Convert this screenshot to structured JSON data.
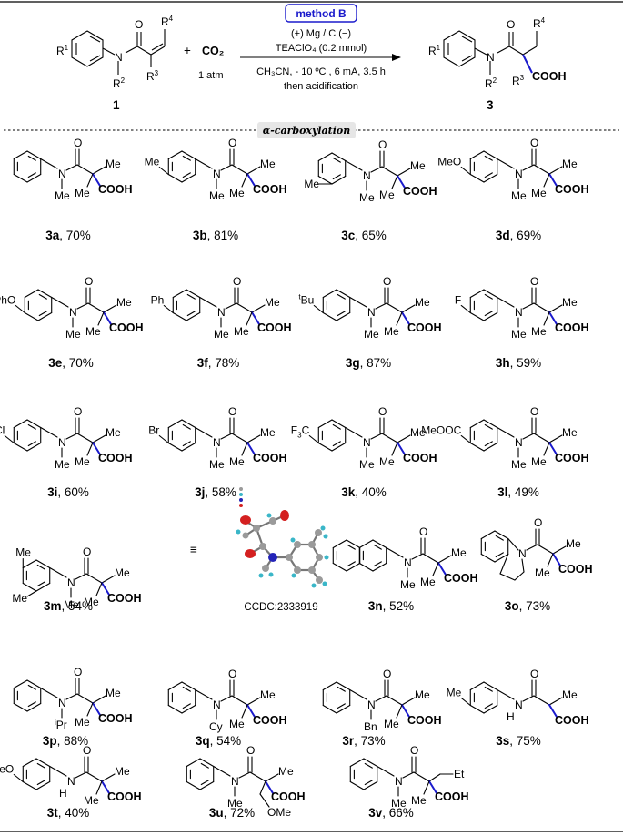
{
  "header": {
    "method_label": "method B",
    "conditions": [
      "(+) Mg / C (−)",
      "TEAClO₄ (0.2 mmol)",
      "CH₃CN, - 10 ºC , 6 mA, 3.5 h",
      "then acidification"
    ],
    "plus": "+",
    "co2": "CO₂",
    "co2_pressure": "1 atm",
    "reactant_id": "1",
    "product_id": "3",
    "reactant_labels": {
      "r1": "R",
      "r1_sup": "1",
      "r2": "R",
      "r2_sup": "2",
      "r3": "R",
      "r3_sup": "3",
      "r4": "R",
      "r4_sup": "4",
      "n": "N",
      "o": "O"
    },
    "product_labels": {
      "r1": "R",
      "r1_sup": "1",
      "r2": "R",
      "r2_sup": "2",
      "r3": "R",
      "r3_sup": "3",
      "r4": "R",
      "r4_sup": "4",
      "n": "N",
      "o": "O",
      "cooh": "COOH"
    }
  },
  "section_title": "α-carboxylation",
  "atoms": {
    "n": "N",
    "nh": "H",
    "o": "O",
    "me": "Me",
    "cooh": "COOH",
    "et": "Et"
  },
  "compounds": [
    {
      "id": "3a",
      "yield": ", 70%",
      "substituent": "",
      "nsub": "Me"
    },
    {
      "id": "3b",
      "yield": ", 81%",
      "substituent": "Me",
      "nsub": "Me"
    },
    {
      "id": "3c",
      "yield": ", 65%",
      "substituent": "Me",
      "nsub": "Me"
    },
    {
      "id": "3d",
      "yield": ", 69%",
      "substituent": "MeO",
      "nsub": "Me"
    },
    {
      "id": "3e",
      "yield": ", 70%",
      "substituent": "PhO",
      "nsub": "Me"
    },
    {
      "id": "3f",
      "yield": ", 78%",
      "substituent": "Ph",
      "nsub": "Me"
    },
    {
      "id": "3g",
      "yield": ", 87%",
      "substituent": "Bu",
      "substituent_sup": "t",
      "nsub": "Me"
    },
    {
      "id": "3h",
      "yield": ", 59%",
      "substituent": "F",
      "nsub": "Me"
    },
    {
      "id": "3i",
      "yield": ", 60%",
      "substituent": "Cl",
      "nsub": "Me"
    },
    {
      "id": "3j",
      "yield": ", 58%",
      "substituent": "Br",
      "nsub": "Me"
    },
    {
      "id": "3k",
      "yield": ", 40%",
      "substituent": "F",
      "substituent_sub": "3",
      "substituent_tail": "C",
      "nsub": "Me"
    },
    {
      "id": "3l",
      "yield": ", 49%",
      "substituent": "MeOOC",
      "nsub": "Me"
    },
    {
      "id": "3m",
      "yield": ", 54%",
      "substituent": "Me",
      "nsub": "Me"
    },
    {
      "id": "3n",
      "yield": ", 52%",
      "nsub": "Me"
    },
    {
      "id": "3o",
      "yield": ", 73%"
    },
    {
      "id": "3p",
      "yield": ", 88%",
      "nsub": "Pr",
      "nsub_sup": "i"
    },
    {
      "id": "3q",
      "yield": ", 54%",
      "nsub": "Cy"
    },
    {
      "id": "3r",
      "yield": ", 73%",
      "nsub": "Bn"
    },
    {
      "id": "3s",
      "yield": ", 75%",
      "substituent": "Me"
    },
    {
      "id": "3t",
      "yield": ", 40%",
      "substituent": "MeO"
    },
    {
      "id": "3u",
      "yield": ", 72%",
      "nsub": "Me",
      "side": "OMe"
    },
    {
      "id": "3v",
      "yield": ", 66%",
      "nsub": "Me"
    }
  ],
  "equivalence_symbol": "≡",
  "crystal": {
    "caption": "CCDC:2333919"
  },
  "colors": {
    "method_border": "#1a1acc",
    "new_bond": "#1a1acc",
    "oxygen": "#d42020",
    "nitrogen": "#2424b8",
    "hydrogen": "#3ab6c8",
    "carbon": "#9a9a9a",
    "section_bg": "#e6e6e6"
  }
}
